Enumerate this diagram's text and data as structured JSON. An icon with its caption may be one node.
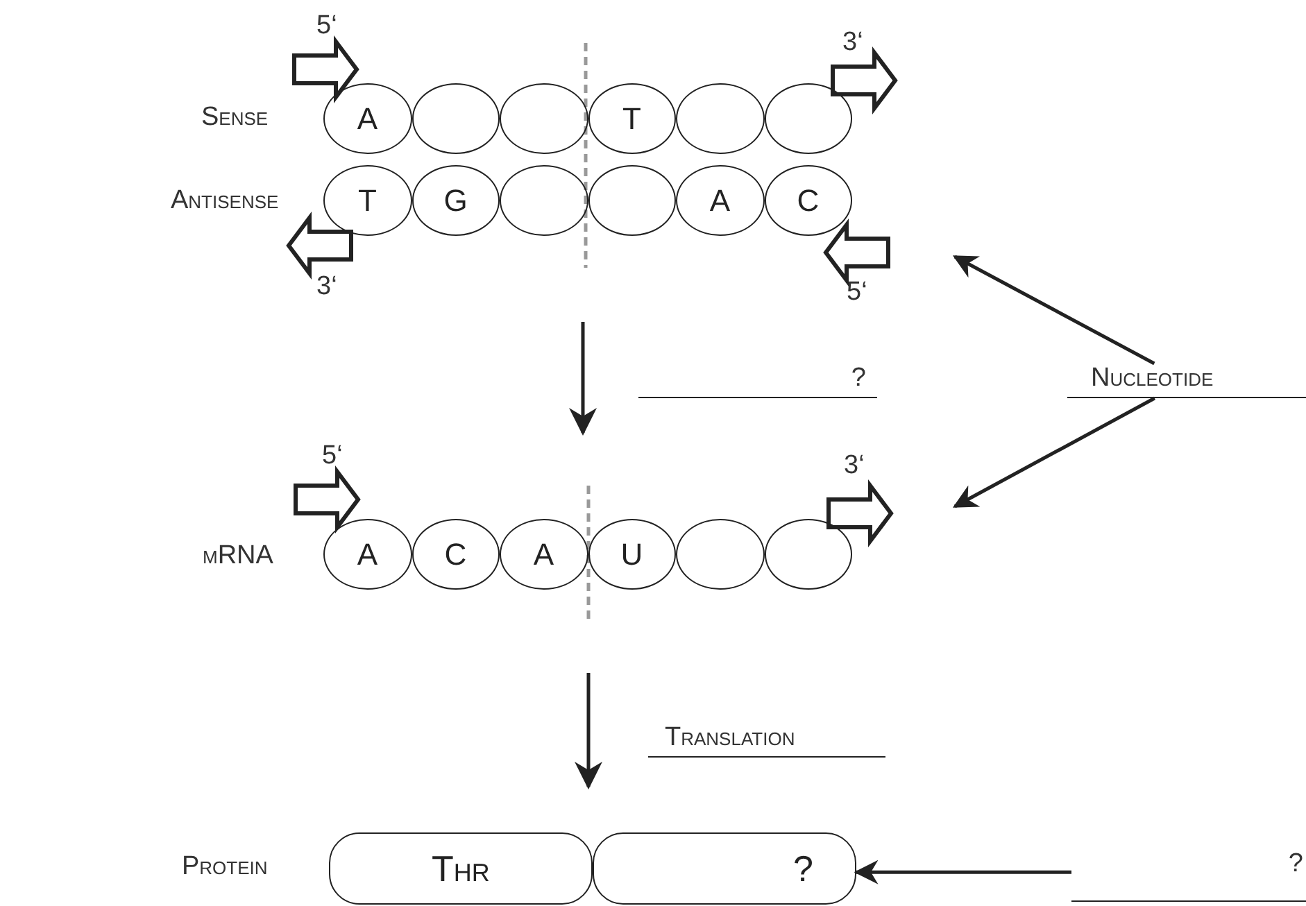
{
  "diagram": {
    "nodes": [
      {
        "text": [
          "A"
        ]
      },
      {
        "text": [],
        "shape": "ellipse"
      },
      {
        "text": [],
        "shape": "ellipse"
      },
      {
        "text": [
          "T"
        ]
      },
      {
        "text": [],
        "shape": "ellipse"
      },
      {
        "text": [],
        "shape": "ellipse"
      },
      {
        "text": [
          "T"
        ]
      },
      {
        "text": [
          "G"
        ]
      },
      {
        "text": [],
        "shape": "ellipse"
      },
      {
        "text": [],
        "shape": "ellipse"
      },
      {
        "text": [
          "A"
        ]
      },
      {
        "text": [
          "C"
        ]
      },
      {
        "text": [
          "A"
        ]
      },
      {
        "text": [
          "C"
        ]
      },
      {
        "text": [
          "A"
        ]
      },
      {
        "text": [
          "U"
        ]
      },
      {
        "text": [],
        "shape": "ellipse"
      },
      {
        "text": [],
        "shape": "ellipse"
      },
      {
        "text": [
          "Thr"
        ]
      },
      {
        "text": [
          "?"
        ]
      },
      {
        "text": [
          "Nucleotide"
        ]
      },
      {
        "text": [
          "?"
        ]
      }
    ],
    "edges": [
      {
        "from": 20,
        "to": null,
        "arrow": "to"
      },
      {
        "from": 20,
        "to": null,
        "arrow": "to"
      },
      {
        "from": 21,
        "to": 19,
        "arrow": "to"
      }
    ],
    "labels": [
      "5‘",
      "3‘",
      "Sense",
      "Antisense",
      "3‘",
      "5‘",
      "?",
      "5‘",
      "3‘",
      "mRNA",
      "Translation",
      "Protein"
    ]
  }
}
